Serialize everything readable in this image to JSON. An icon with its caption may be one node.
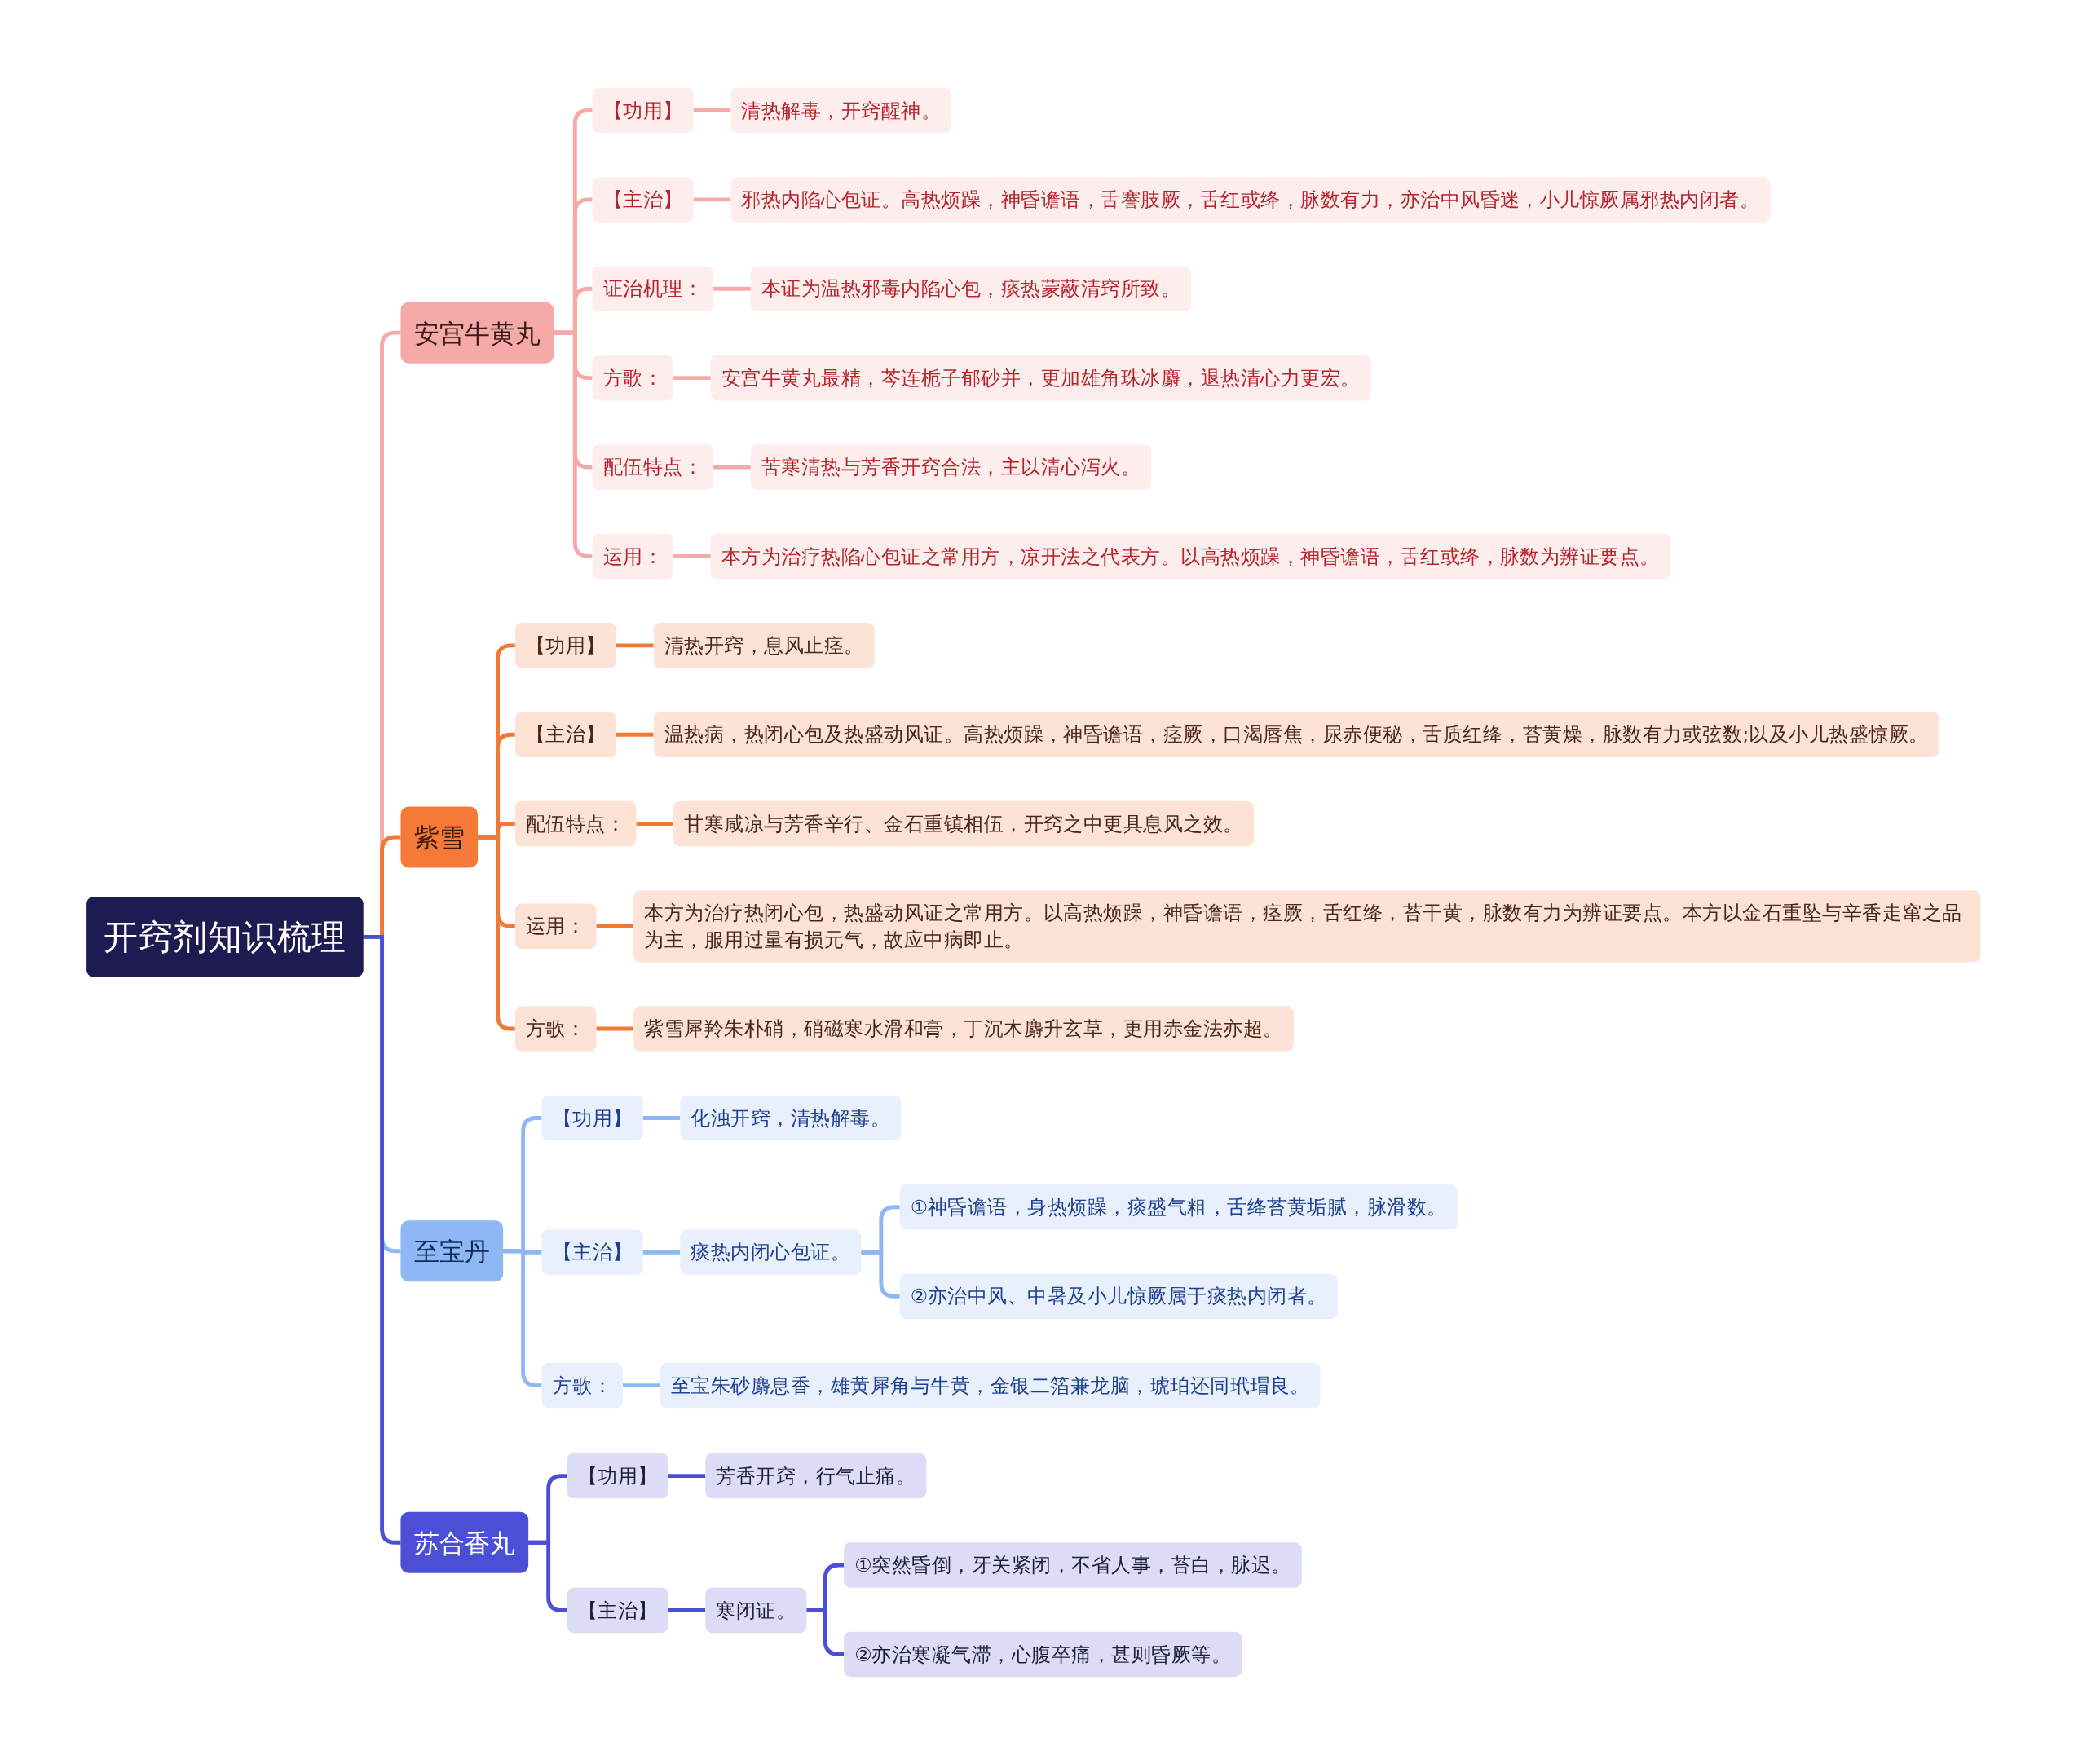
{
  "diagram": {
    "nodes": [
      {
        "text": [
          "开窍剂知识梳理"
        ]
      },
      {
        "text": [
          "安宫牛黄丸"
        ]
      },
      {
        "text": [
          "【功用】"
        ]
      },
      {
        "text": [
          "清热解毒，开窍醒神。"
        ]
      },
      {
        "text": [
          "【主治】"
        ]
      },
      {
        "text": [
          "邪热内陷心包证。高热烦躁，神昏谵语，舌謇肢厥，舌红或绛，脉数有力，亦治中风昏迷，小儿惊厥属邪热内闭者。"
        ]
      },
      {
        "text": [
          "证治机理："
        ]
      },
      {
        "text": [
          "本证为温热邪毒内陷心包，痰热蒙蔽清窍所致。"
        ]
      },
      {
        "text": [
          "方歌："
        ]
      },
      {
        "text": [
          "安宫牛黄丸最精，芩连栀子郁砂并，更加雄角珠冰麝，退热清心力更宏。"
        ]
      },
      {
        "text": [
          "配伍特点："
        ]
      },
      {
        "text": [
          "苦寒清热与芳香开窍合法，主以清心泻火。"
        ]
      },
      {
        "text": [
          "运用："
        ]
      },
      {
        "text": [
          "本方为治疗热陷心包证之常用方，凉开法之代表方。以高热烦躁，神昏谵语，舌红或绛，脉数为辨证要点。"
        ]
      },
      {
        "text": [
          "紫雪"
        ]
      },
      {
        "text": [
          "【功用】"
        ]
      },
      {
        "text": [
          "清热开窍，息风止痉。"
        ]
      },
      {
        "text": [
          "【主治】"
        ]
      },
      {
        "text": [
          "温热病，热闭心包及热盛动风证。高热烦躁，神昏谵语，痉厥，口渴唇焦，尿赤便秘，舌质红绛，苔黄燥，脉数有力或弦数;以及小儿热盛惊厥。"
        ]
      },
      {
        "text": [
          "配伍特点："
        ]
      },
      {
        "text": [
          "甘寒咸凉与芳香辛行、金石重镇相伍，开窍之中更具息风之效。"
        ]
      },
      {
        "text": [
          "运用："
        ]
      },
      {
        "text": [
          "本方为治疗热闭心包，热盛动风证之常用方。以高热烦躁，神昏谵语，痉厥，舌红绛，苔干黄，脉数有力为辨证要点。本方以金石重坠与辛香走窜之品为主，服用过量有损元气，故应中病即止。"
        ]
      },
      {
        "text": [
          "方歌："
        ]
      },
      {
        "text": [
          "紫雪犀羚朱朴硝，硝磁寒水滑和膏，丁沉木麝升玄草，更用赤金法亦超。"
        ]
      },
      {
        "text": [
          "至宝丹"
        ]
      },
      {
        "text": [
          "【功用】"
        ]
      },
      {
        "text": [
          "化浊开窍，清热解毒。"
        ]
      },
      {
        "text": [
          "【主治】"
        ]
      },
      {
        "text": [
          "痰热内闭心包证。"
        ]
      },
      {
        "text": [
          "①神昏谵语，身热烦躁，痰盛气粗，舌绛苔黄垢腻，脉滑数。"
        ]
      },
      {
        "text": [
          "②亦治中风、中暑及小儿惊厥属于痰热内闭者。"
        ]
      },
      {
        "text": [
          "方歌："
        ]
      },
      {
        "text": [
          "至宝朱砂麝息香，雄黄犀角与牛黄，金银二箔兼龙脑，琥珀还同玳瑁良。"
        ]
      },
      {
        "text": [
          "苏合香丸"
        ]
      },
      {
        "text": [
          "【功用】"
        ]
      },
      {
        "text": [
          "芳香开窍，行气止痛。"
        ]
      },
      {
        "text": [
          "【主治】"
        ]
      },
      {
        "text": [
          "寒闭证。"
        ]
      },
      {
        "text": [
          "①突然昏倒，牙关紧闭，不省人事，苔白，脉迟。"
        ]
      },
      {
        "text": [
          "②亦治寒凝气滞，心腹卒痛，甚则昏厥等。"
        ]
      }
    ],
    "edges": [
      {
        "from": 0,
        "to": 1,
        "arrow": "none",
        "color": "#f4aaa8"
      },
      {
        "from": 1,
        "to": 2,
        "arrow": "none",
        "color": "#f4aaa8"
      },
      {
        "from": 2,
        "to": 3,
        "arrow": "none",
        "color": "#f4aaa8"
      },
      {
        "from": 1,
        "to": 4,
        "arrow": "none",
        "color": "#f4aaa8"
      },
      {
        "from": 4,
        "to": 5,
        "arrow": "none",
        "color": "#f4aaa8"
      },
      {
        "from": 1,
        "to": 6,
        "arrow": "none",
        "color": "#f4aaa8"
      },
      {
        "from": 6,
        "to": 7,
        "arrow": "none",
        "color": "#f4aaa8"
      },
      {
        "from": 1,
        "to": 8,
        "arrow": "none",
        "color": "#f4aaa8"
      },
      {
        "from": 8,
        "to": 9,
        "arrow": "none",
        "color": "#f4aaa8"
      },
      {
        "from": 1,
        "to": 10,
        "arrow": "none",
        "color": "#f4aaa8"
      },
      {
        "from": 10,
        "to": 11,
        "arrow": "none",
        "color": "#f4aaa8"
      },
      {
        "from": 1,
        "to": 12,
        "arrow": "none",
        "color": "#f4aaa8"
      },
      {
        "from": 12,
        "to": 13,
        "arrow": "none",
        "color": "#f4aaa8"
      },
      {
        "from": 0,
        "to": 14,
        "arrow": "none",
        "color": "#f07a35"
      },
      {
        "from": 14,
        "to": 15,
        "arrow": "none",
        "color": "#f07a35"
      },
      {
        "from": 15,
        "to": 16,
        "arrow": "none",
        "color": "#f07a35"
      },
      {
        "from": 14,
        "to": 17,
        "arrow": "none",
        "color": "#f07a35"
      },
      {
        "from": 17,
        "to": 18,
        "arrow": "none",
        "color": "#f07a35"
      },
      {
        "from": 14,
        "to": 19,
        "arrow": "none",
        "color": "#f07a35"
      },
      {
        "from": 19,
        "to": 20,
        "arrow": "none",
        "color": "#f07a35"
      },
      {
        "from": 14,
        "to": 21,
        "arrow": "none",
        "color": "#f07a35"
      },
      {
        "from": 21,
        "to": 22,
        "arrow": "none",
        "color": "#f07a35"
      },
      {
        "from": 14,
        "to": 23,
        "arrow": "none",
        "color": "#f07a35"
      },
      {
        "from": 23,
        "to": 24,
        "arrow": "none",
        "color": "#f07a35"
      },
      {
        "from": 0,
        "to": 25,
        "arrow": "none",
        "color": "#8db8f5"
      },
      {
        "from": 25,
        "to": 26,
        "arrow": "none",
        "color": "#8db8f5"
      },
      {
        "from": 26,
        "to": 27,
        "arrow": "none",
        "color": "#8db8f5"
      },
      {
        "from": 25,
        "to": 28,
        "arrow": "none",
        "color": "#8db8f5"
      },
      {
        "from": 28,
        "to": 29,
        "arrow": "none",
        "color": "#8db8f5"
      },
      {
        "from": 29,
        "to": 30,
        "arrow": "none",
        "color": "#8db8f5"
      },
      {
        "from": 29,
        "to": 31,
        "arrow": "none",
        "color": "#8db8f5"
      },
      {
        "from": 25,
        "to": 32,
        "arrow": "none",
        "color": "#8db8f5"
      },
      {
        "from": 32,
        "to": 33,
        "arrow": "none",
        "color": "#8db8f5"
      },
      {
        "from": 0,
        "to": 34,
        "arrow": "none",
        "color": "#4b4fd6"
      },
      {
        "from": 34,
        "to": 35,
        "arrow": "none",
        "color": "#4b4fd6"
      },
      {
        "from": 35,
        "to": 36,
        "arrow": "none",
        "color": "#4b4fd6"
      },
      {
        "from": 34,
        "to": 37,
        "arrow": "none",
        "color": "#4b4fd6"
      },
      {
        "from": 37,
        "to": 38,
        "arrow": "none",
        "color": "#4b4fd6"
      },
      {
        "from": 38,
        "to": 39,
        "arrow": "none",
        "color": "#4b4fd6"
      },
      {
        "from": 38,
        "to": 40,
        "arrow": "none",
        "color": "#4b4fd6"
      }
    ]
  }
}
